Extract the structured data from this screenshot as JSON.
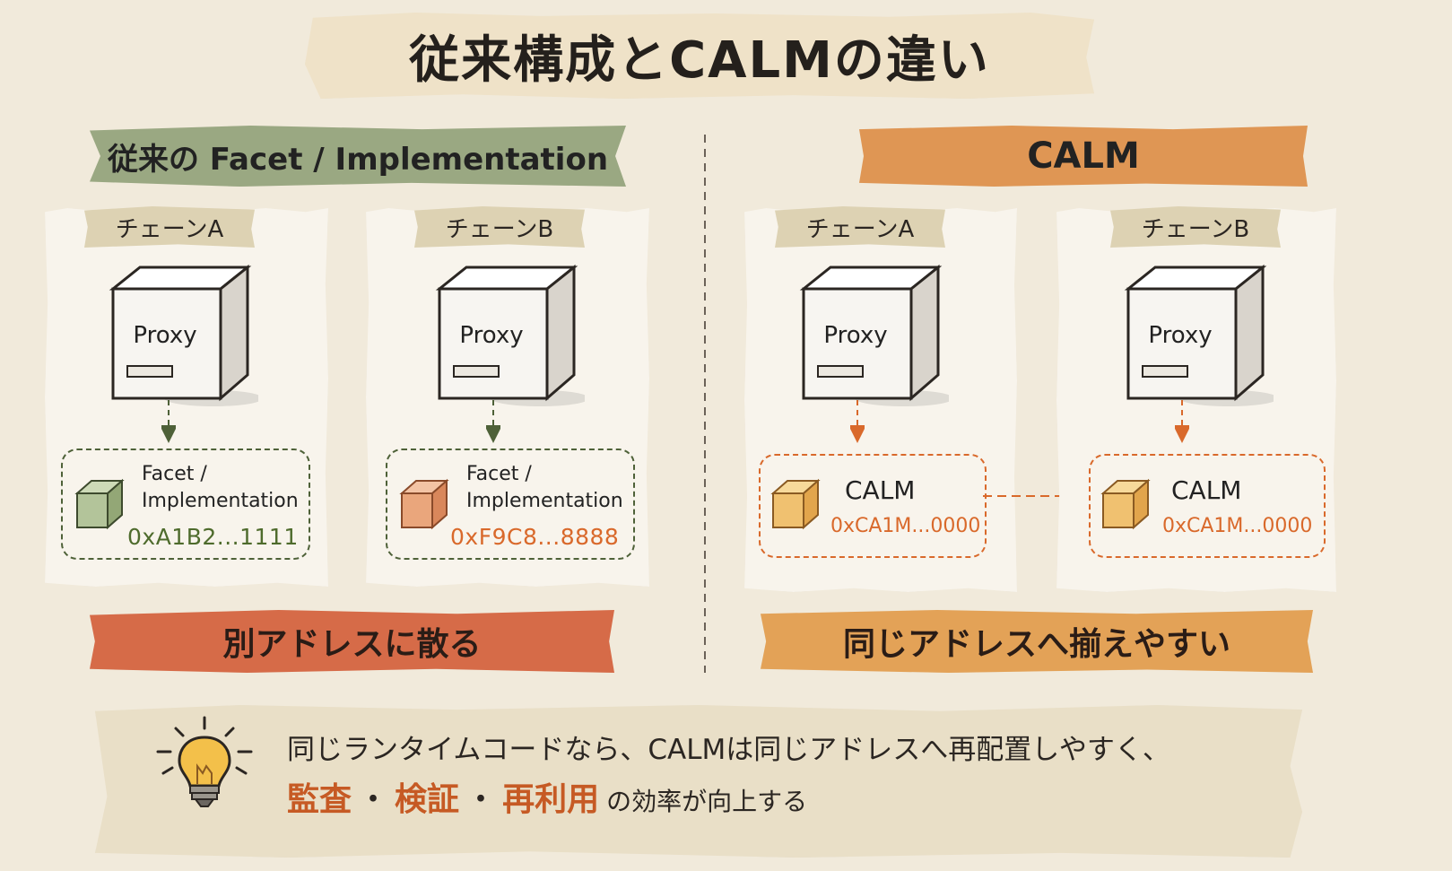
{
  "title": "従来構成とCALMの違い",
  "left": {
    "header": "従来の Facet / Implementation",
    "chains": [
      {
        "label": "チェーンA",
        "proxy": "Proxy",
        "facet_line1": "Facet /",
        "facet_line2": "Implementation",
        "address": "0xA1B2...1111"
      },
      {
        "label": "チェーンB",
        "proxy": "Proxy",
        "facet_line1": "Facet /",
        "facet_line2": "Implementation",
        "address": "0xF9C8...8888"
      }
    ],
    "result": "別アドレスに散る"
  },
  "right": {
    "header": "CALM",
    "chains": [
      {
        "label": "チェーンA",
        "proxy": "Proxy",
        "name": "CALM",
        "address": "0xCA1M...0000"
      },
      {
        "label": "チェーンB",
        "proxy": "Proxy",
        "name": "CALM",
        "address": "0xCA1M...0000"
      }
    ],
    "result": "同じアドレスへ揃えやすい"
  },
  "note": {
    "icon": "lightbulb-icon",
    "line1": "同じランタイムコードなら、CALMは同じアドレスへ再配置しやすく、",
    "highlights": [
      "監査",
      "検証",
      "再利用"
    ],
    "separator": "・",
    "line2_tail": "の効率が向上する"
  },
  "colors": {
    "green_accent": "#4e6b2c",
    "orange_accent": "#d9692b",
    "red_tape": "#d66b48",
    "orange_tape": "#e3a257"
  }
}
